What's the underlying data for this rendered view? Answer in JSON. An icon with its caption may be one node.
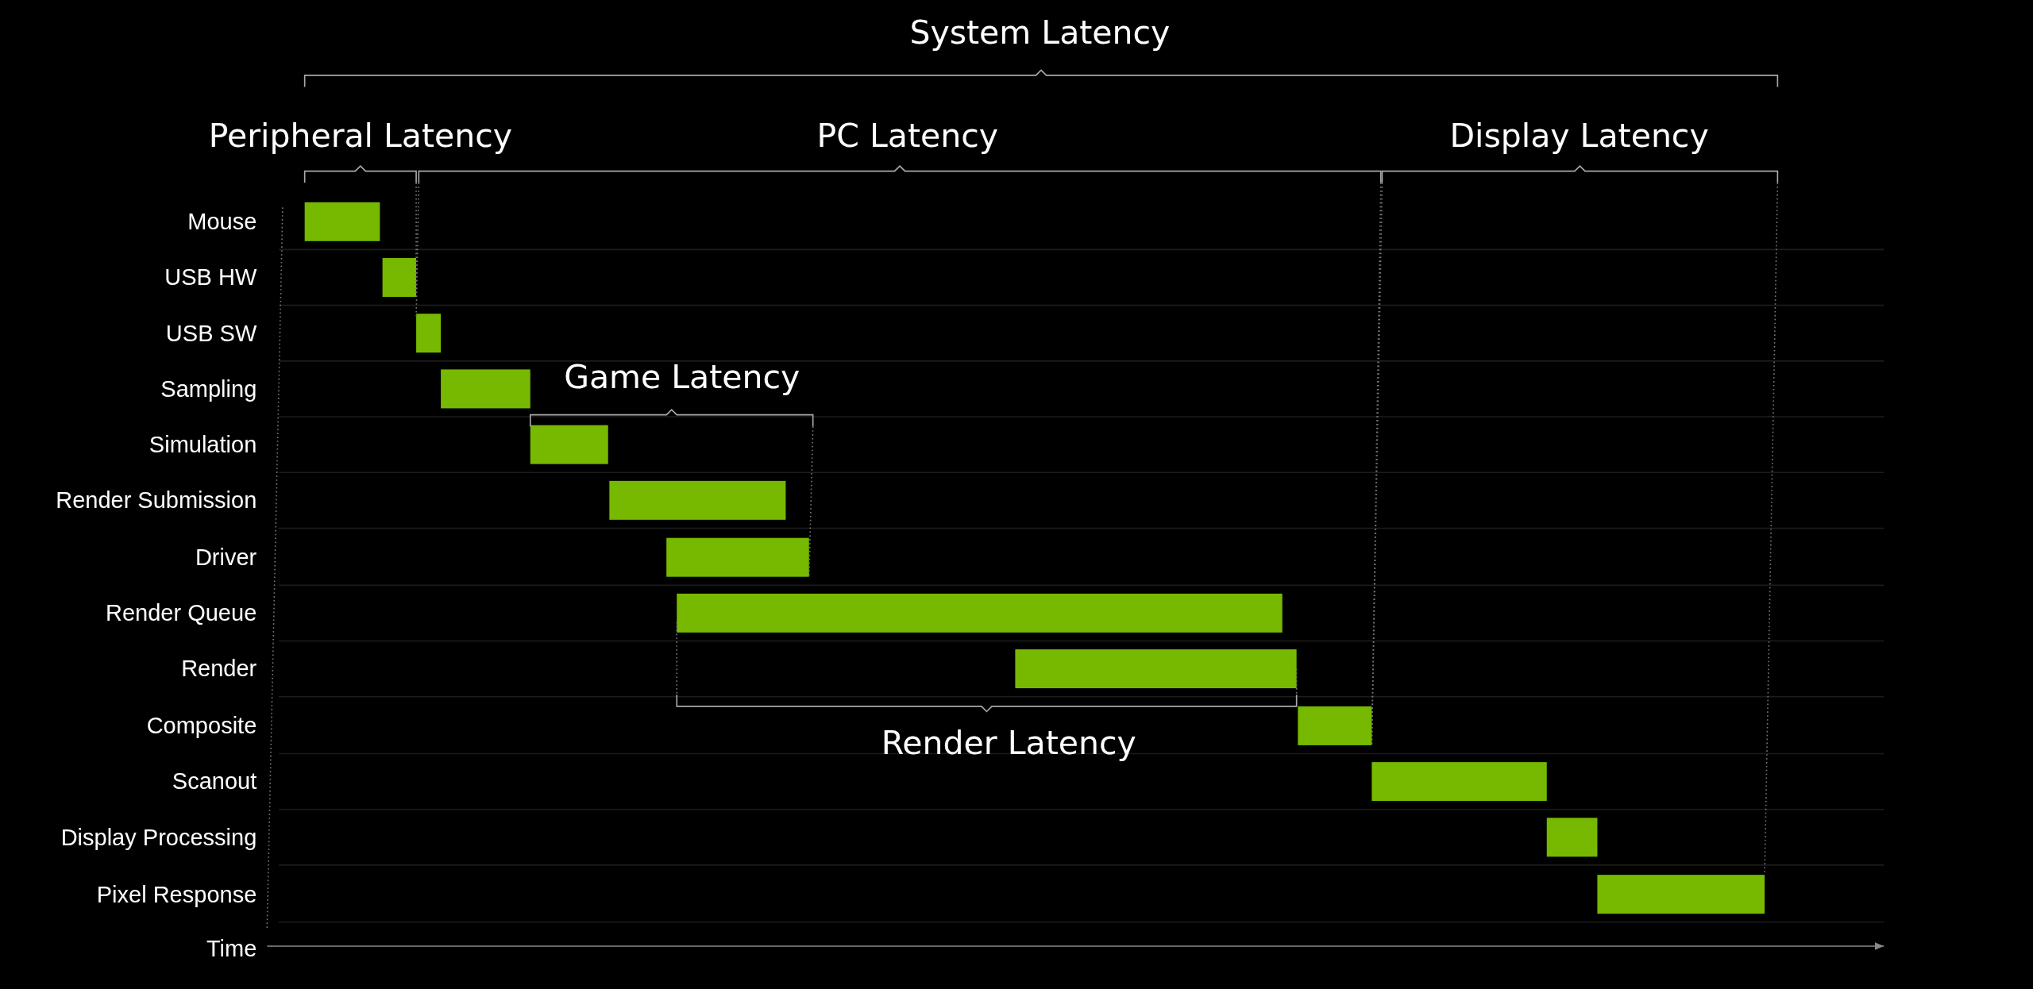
{
  "diagram": {
    "labels": [
      "System Latency",
      "Peripheral Latency",
      "PC Latency",
      "Display Latency",
      "Mouse",
      "USB HW",
      "USB SW",
      "Sampling",
      "Game Latency",
      "Simulation",
      "Render Submission",
      "Driver",
      "Render Queue",
      "Render",
      "Composite",
      "Render Latency",
      "Scanout",
      "Display Processing",
      "Pixel Response",
      "Time"
    ]
  }
}
